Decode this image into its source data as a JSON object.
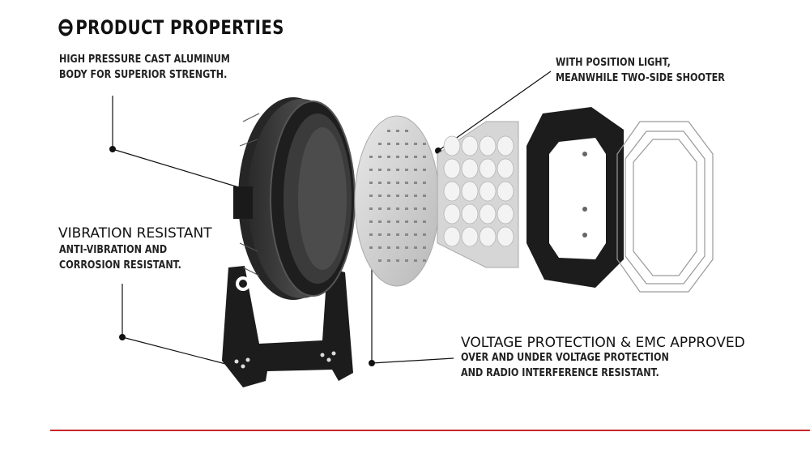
{
  "heading": "PRODUCT PROPERTIES",
  "callouts": {
    "body": {
      "line1": "HIGH PRESSURE CAST ALUMINUM",
      "line2": "BODY FOR SUPERIOR STRENGTH."
    },
    "position": {
      "line1": "WITH POSITION LIGHT,",
      "line2": "MEANWHILE TWO-SIDE SHOOTER"
    },
    "vibration": {
      "title": "VIBRATION RESISTANT",
      "line1": "ANTI-VIBRATION AND",
      "line2": "CORROSION RESISTANT."
    },
    "voltage": {
      "title": "VOLTAGE PROTECTION & EMC APPROVED",
      "line1": "OVER AND UNDER VOLTAGE PROTECTION",
      "line2": "AND RADIO INTERFERENCE RESISTANT."
    }
  },
  "colors": {
    "accent_rule": "#c8262b",
    "ink": "#111111"
  },
  "icons": [
    "circle-logo-icon"
  ]
}
